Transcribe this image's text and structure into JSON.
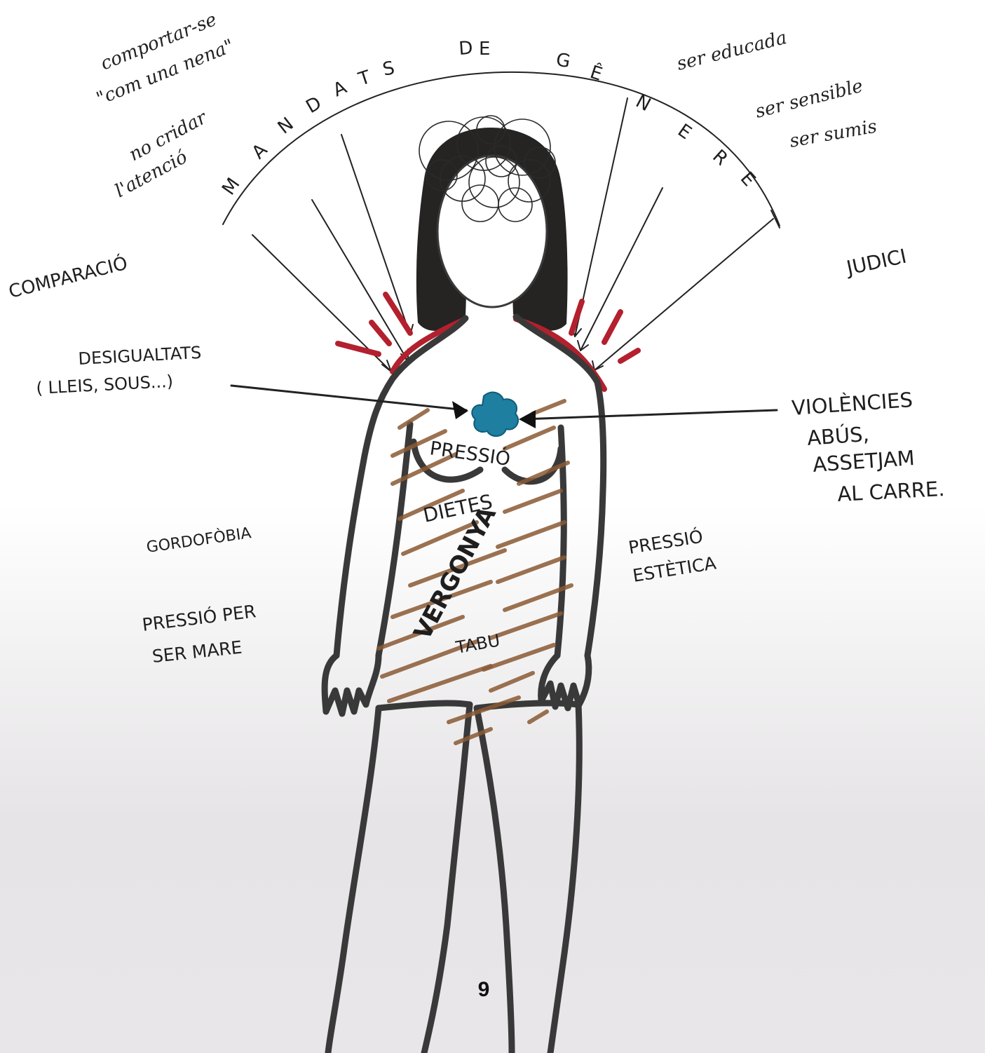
{
  "gender_mandates": {
    "title_letters": [
      "M",
      "A",
      "N",
      "D",
      "A",
      "T",
      "S",
      "D",
      "E",
      "G",
      "Ê",
      "N",
      "E",
      "R",
      "E"
    ],
    "left_items": [
      {
        "line1": "comportar-se",
        "line2": "\"com una nena\""
      },
      {
        "line1": "no cridar",
        "line2": "l'atenció"
      }
    ],
    "right_items": [
      "ser educada",
      "ser sensible",
      "ser sumis"
    ]
  },
  "side_labels": {
    "comparacio": "COMPARACIÓ",
    "judici": "JUDICI"
  },
  "arrows": {
    "left_line1": "DESIGUALTATS",
    "left_line2": "( LLEIS, SOUS...)",
    "right_line1": "VIOLÈNCIES",
    "right_line2": "ABÚS,",
    "right_line3": "ASSETJAM",
    "right_line4": "AL CARRE."
  },
  "body_labels": {
    "pressio": "PRESSIÓ",
    "dietes": "DIETES",
    "vergonya": "VERGONYA",
    "tabu": "TABU"
  },
  "outer_labels": {
    "gordofobia": "GORDOFÒBIA",
    "pressio_mare_1": "PRESSIÓ PER",
    "pressio_mare_2": "SER MARE",
    "pressio_estetica_1": "PRESSIÓ",
    "pressio_estetica_2": "ESTÈTICA"
  },
  "colors": {
    "hair": "#262323",
    "tension_red": "#b3202e",
    "core_blue": "#1e7fa0",
    "hatch_brown": "#8a5a34",
    "body_line": "#3a3939"
  },
  "page_number": "9"
}
